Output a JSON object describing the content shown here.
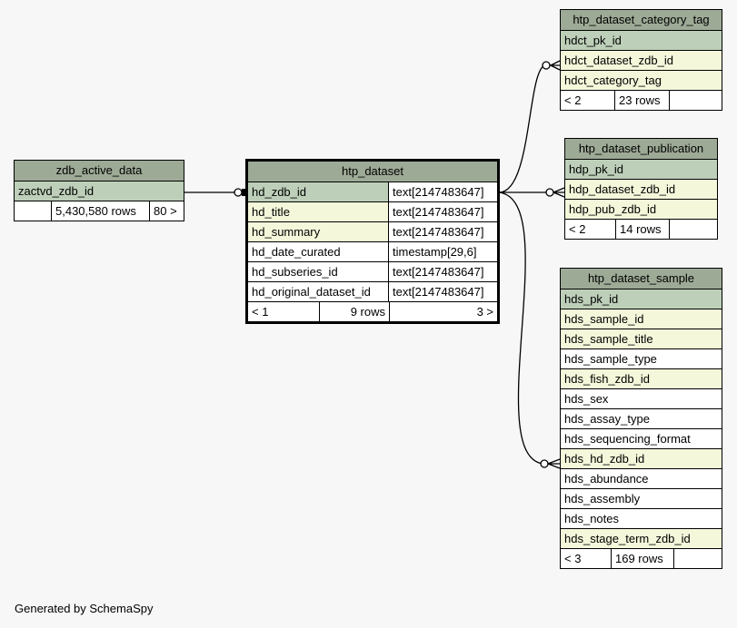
{
  "tables": {
    "zdb_active_data": {
      "name": "zdb_active_data",
      "columns": [
        {
          "name": "zactvd_zdb_id",
          "kind": "pk"
        }
      ],
      "footer": [
        "",
        "5,430,580 rows",
        "80 >"
      ]
    },
    "htp_dataset": {
      "name": "htp_dataset",
      "columns": [
        {
          "name": "hd_zdb_id",
          "type": "text[2147483647]",
          "kind": "pk"
        },
        {
          "name": "hd_title",
          "type": "text[2147483647]",
          "kind": "fk"
        },
        {
          "name": "hd_summary",
          "type": "text[2147483647]",
          "kind": "fk"
        },
        {
          "name": "hd_date_curated",
          "type": "timestamp[29,6]",
          "kind": "plain"
        },
        {
          "name": "hd_subseries_id",
          "type": "text[2147483647]",
          "kind": "plain"
        },
        {
          "name": "hd_original_dataset_id",
          "type": "text[2147483647]",
          "kind": "plain"
        }
      ],
      "footer": [
        "< 1",
        "9 rows",
        "3 >"
      ]
    },
    "htp_dataset_category_tag": {
      "name": "htp_dataset_category_tag",
      "columns": [
        {
          "name": "hdct_pk_id",
          "kind": "pk"
        },
        {
          "name": "hdct_dataset_zdb_id",
          "kind": "fk"
        },
        {
          "name": "hdct_category_tag",
          "kind": "fk"
        }
      ],
      "footer": [
        "< 2",
        "23 rows",
        ""
      ]
    },
    "htp_dataset_publication": {
      "name": "htp_dataset_publication",
      "columns": [
        {
          "name": "hdp_pk_id",
          "kind": "pk"
        },
        {
          "name": "hdp_dataset_zdb_id",
          "kind": "fk"
        },
        {
          "name": "hdp_pub_zdb_id",
          "kind": "fk"
        }
      ],
      "footer": [
        "< 2",
        "14 rows",
        ""
      ]
    },
    "htp_dataset_sample": {
      "name": "htp_dataset_sample",
      "columns": [
        {
          "name": "hds_pk_id",
          "kind": "pk"
        },
        {
          "name": "hds_sample_id",
          "kind": "fk"
        },
        {
          "name": "hds_sample_title",
          "kind": "fk"
        },
        {
          "name": "hds_sample_type",
          "kind": "plain"
        },
        {
          "name": "hds_fish_zdb_id",
          "kind": "fk"
        },
        {
          "name": "hds_sex",
          "kind": "plain"
        },
        {
          "name": "hds_assay_type",
          "kind": "plain"
        },
        {
          "name": "hds_sequencing_format",
          "kind": "plain"
        },
        {
          "name": "hds_hd_zdb_id",
          "kind": "fk"
        },
        {
          "name": "hds_abundance",
          "kind": "plain"
        },
        {
          "name": "hds_assembly",
          "kind": "plain"
        },
        {
          "name": "hds_notes",
          "kind": "plain"
        },
        {
          "name": "hds_stage_term_zdb_id",
          "kind": "fk"
        }
      ],
      "footer": [
        "< 3",
        "169 rows",
        ""
      ]
    }
  },
  "relationships": [
    {
      "from": "htp_dataset.hd_zdb_id",
      "to": "zdb_active_data.zactvd_zdb_id"
    },
    {
      "from": "htp_dataset_category_tag.hdct_dataset_zdb_id",
      "to": "htp_dataset.hd_zdb_id"
    },
    {
      "from": "htp_dataset_publication.hdp_dataset_zdb_id",
      "to": "htp_dataset.hd_zdb_id"
    },
    {
      "from": "htp_dataset_sample.hds_hd_zdb_id",
      "to": "htp_dataset.hd_zdb_id"
    }
  ],
  "footer_text": "Generated by SchemaSpy"
}
